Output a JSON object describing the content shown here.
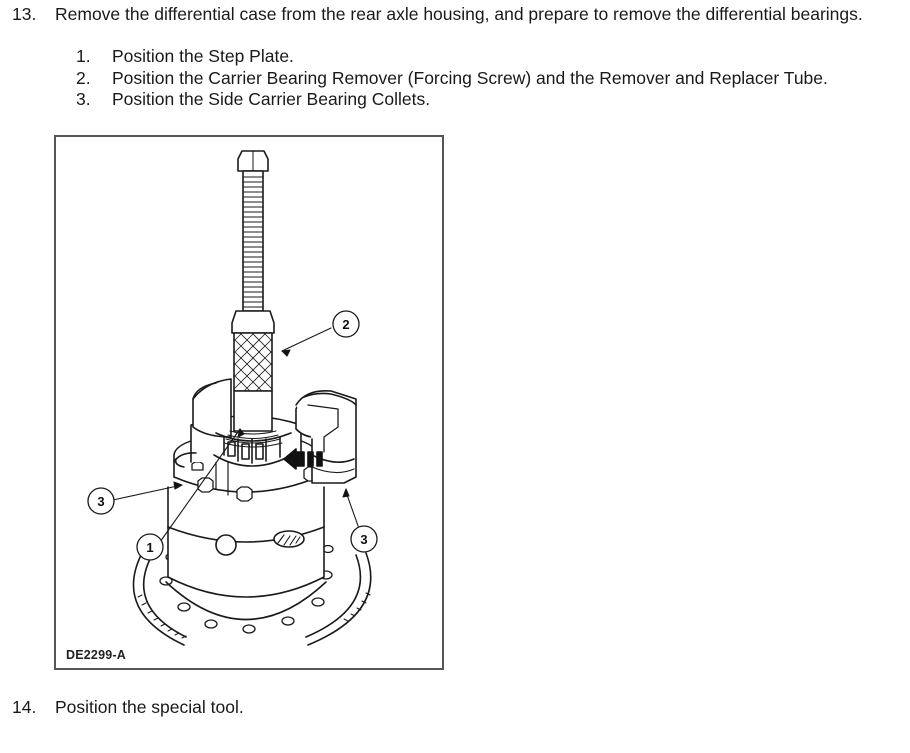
{
  "steps": [
    {
      "number": "13.",
      "text": "Remove the differential case from the rear axle housing, and prepare to remove the differential bearings.",
      "substeps": [
        {
          "number": "1.",
          "text": "Position the Step Plate."
        },
        {
          "number": "2.",
          "text": "Position the Carrier Bearing Remover (Forcing Screw) and the Remover and Replacer Tube."
        },
        {
          "number": "3.",
          "text": "Position the Side Carrier Bearing Collets."
        }
      ]
    },
    {
      "number": "14.",
      "text": "Position the special tool."
    }
  ],
  "figure": {
    "id": "DE2299-A",
    "callouts": [
      {
        "label": "2",
        "target": "remover-and-replacer-tube"
      },
      {
        "label": "3",
        "target": "side-carrier-bearing-collet-left"
      },
      {
        "label": "1",
        "target": "step-plate"
      },
      {
        "label": "3",
        "target": "side-carrier-bearing-collet-right"
      }
    ]
  }
}
